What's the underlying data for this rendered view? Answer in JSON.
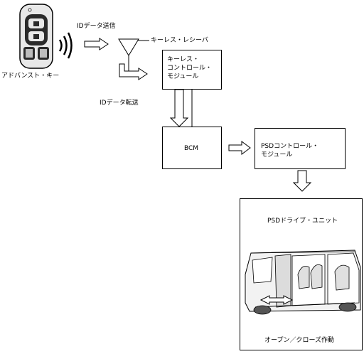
{
  "diagram": {
    "key_label": "アドバンスト・キー",
    "id_send_label": "IDデータ送信",
    "antenna_label": "キーレス・レシーバ",
    "id_transfer_label": "IDデータ転送",
    "keyless_module_line1": "キーレス・",
    "keyless_module_line2": "コントロール・",
    "keyless_module_line3": "モジュール",
    "bcm_label": "BCM",
    "psd_module_line1": "PSDコントロール・",
    "psd_module_line2": "モジュール",
    "psd_unit_title": "PSDドライブ・ユニット",
    "psd_unit_caption": "オープン／クローズ作動"
  },
  "colors": {
    "line": "#000000",
    "key_body": "#e8e8e8",
    "key_dark": "#2a2a2a",
    "van_body": "#f2f2f2"
  },
  "icons": {
    "key": "remote-key-icon",
    "radio_waves": "radio-wave-icon",
    "antenna": "antenna-icon",
    "van": "van-sliding-door-icon"
  }
}
